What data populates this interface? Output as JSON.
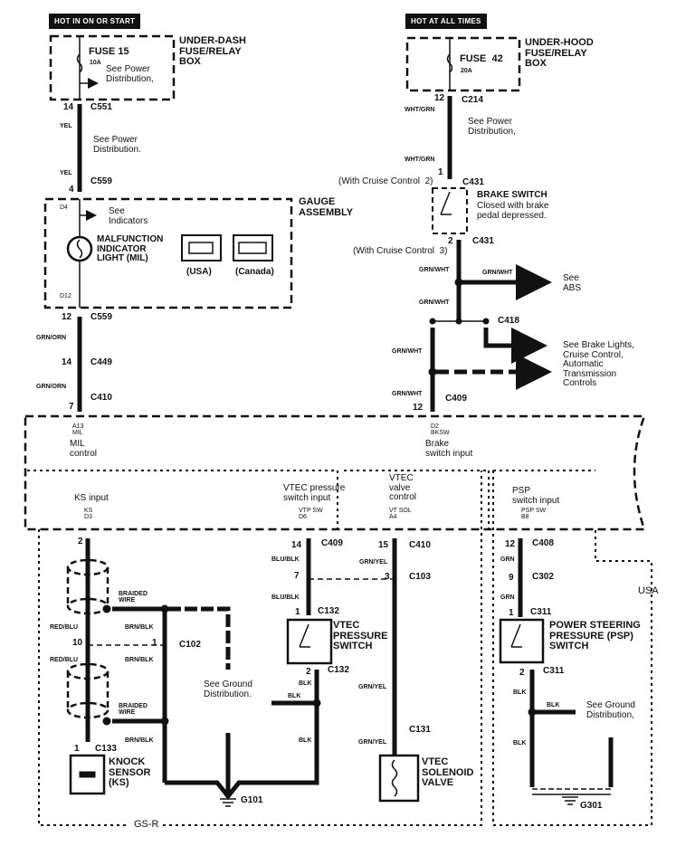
{
  "diagram": {
    "title": "Knock Sensor / MIL / VTEC / Brake Switch / PSP Switch Wiring Diagram",
    "power_sources": [
      {
        "id": "hot-on-start",
        "label": "HOT IN ON OR START"
      },
      {
        "id": "hot-all-times",
        "label": "HOT AT ALL TIMES"
      }
    ],
    "boxes": {
      "under_dash": "UNDER-DASH\nFUSE/RELAY\nBOX",
      "under_hood": "UNDER-HOOD\nFUSE/RELAY\nBOX",
      "gauge": "GAUGE\nASSEMBLY",
      "gsr": "GS-R",
      "usa": "USA"
    },
    "fuses": {
      "fuse15": {
        "name": "FUSE 15",
        "rating": "10A"
      },
      "fuse42": {
        "name": "FUSE  42",
        "rating": "20A"
      }
    },
    "notes": {
      "see_power_1": "See Power\nDistribution,",
      "see_power_2": "See Power\nDistribution.",
      "see_power_3": "See Power\nDistribution,",
      "see_indicators": "See\nIndicators",
      "mil": "MALFUNCTION\nINDICATOR\nLIGHT (MIL)",
      "usa_icon": "(USA)",
      "canada_icon": "(Canada)",
      "brake_switch_title": "BRAKE SWITCH",
      "brake_switch_desc": "Closed with brake\npedal depressed.",
      "cruise_2": "(With Cruise Control  2)",
      "cruise_3": "(With Cruise Control  3)",
      "see_abs": "See\nABS",
      "see_brake_lights": "See Brake Lights,\nCruise Control,\nAutomatic\nTransmission\nControls",
      "see_ground_1": "See Ground\nDistribution.",
      "see_ground_2": "See Ground\nDistribution,",
      "braided_1": "BRAIDED\nWIRE",
      "braided_2": "BRAIDED\nWIRE",
      "knock_sensor": "KNOCK\nSENSOR\n(KS)",
      "vtec_pressure": "VTEC\nPRESSURE\nSWITCH",
      "vtec_solenoid": "VTEC\nSOLENOID\nVALVE",
      "psp_switch": "POWER STEERING\nPRESSURE (PSP)\nSWITCH"
    },
    "ecm_terminals": [
      {
        "id": "mil",
        "pin": "A13\nMIL",
        "label": "MIL\ncontrol"
      },
      {
        "id": "brake",
        "pin": "D2\nBKSW",
        "label": "Brake\nswitch input"
      },
      {
        "id": "ks",
        "pin": "KS\nD3",
        "label": "KS input"
      },
      {
        "id": "vtp",
        "pin": "VTP SW\nD6",
        "label": "VTEC pressure\nswitch input"
      },
      {
        "id": "vtsol",
        "pin": "VT SOL\nA4",
        "label": "VTEC\nvalve\ncontrol"
      },
      {
        "id": "psp",
        "pin": "PSP SW\nB8",
        "label": "PSP\nswitch input"
      }
    ],
    "connectors": {
      "c551": "C551",
      "c559a": "C559",
      "c559b": "C559",
      "c449": "C449",
      "c410a": "C410",
      "c214": "C214",
      "c431a": "C431",
      "c431b": "C431",
      "c418": "C418",
      "c409a": "C409",
      "c409b": "C409",
      "c410b": "C410",
      "c103": "C103",
      "c132a": "C132",
      "c132b": "C132",
      "c131": "C131",
      "c102": "C102",
      "c133": "C133",
      "c408": "C408",
      "c302": "C302",
      "c311a": "C311",
      "c311b": "C311"
    },
    "pins": {
      "p14a": "14",
      "p4": "4",
      "p12a": "12",
      "p14b": "14",
      "p7a": "7",
      "p12b": "12",
      "p1a": "1",
      "p2a": "2",
      "p12c": "12",
      "p2b": "2",
      "p14c": "14",
      "p7b": "7",
      "p1b": "1",
      "p2c": "2",
      "p15": "15",
      "p3": "3",
      "p10": "10",
      "p1c": "1",
      "p1d": "1",
      "p12d": "12",
      "p9": "9",
      "p1e": "1",
      "p2d": "2",
      "d4": "D4",
      "d12": "D12"
    },
    "wire_colors": {
      "yel1": "YEL",
      "yel2": "YEL",
      "grnorn1": "GRN/ORN",
      "grnorn2": "GRN/ORN",
      "whtgrn1": "WHT/GRN",
      "whtgrn2": "WHT/GRN",
      "grnwht1": "GRN/WHT",
      "grnwht2": "GRN/WHT",
      "grnwht3": "GRN/WHT",
      "grnwht4": "GRN/WHT",
      "grnwht5": "GRN/WHT",
      "blublk1": "BLU/BLK",
      "blublk2": "BLU/BLK",
      "grnyel1": "GRN/YEL",
      "grnyel2": "GRN/YEL",
      "grnyel3": "GRN/YEL",
      "blk1": "BLK",
      "blk2": "BLK",
      "blk3": "BLK",
      "blk4": "BLK",
      "blk5": "BLK",
      "blk6": "BLK",
      "redblu1": "RED/BLU",
      "redblu2": "RED/BLU",
      "brnblk1": "BRN/BLK",
      "brnblk2": "BRN/BLK",
      "brnblk3": "BRN/BLK",
      "grn1": "GRN",
      "grn2": "GRN"
    },
    "grounds": {
      "g101": "G101",
      "g301": "G301"
    }
  }
}
